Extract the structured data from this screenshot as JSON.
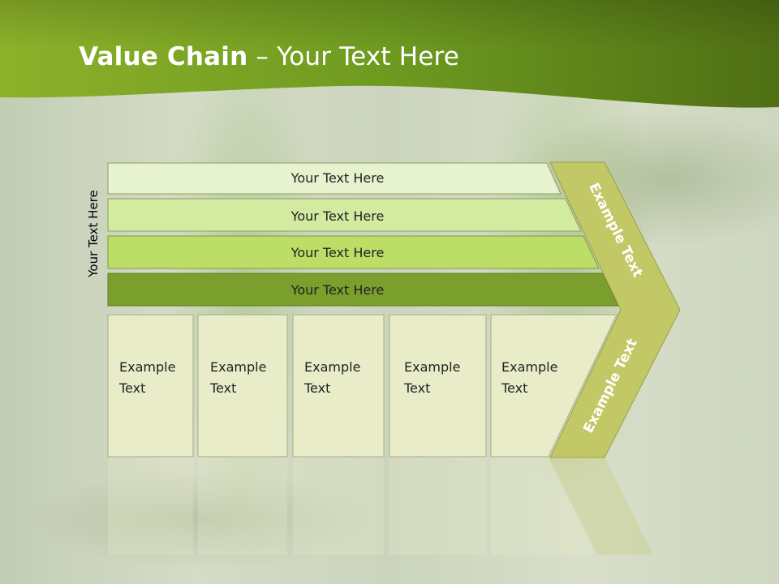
{
  "title": {
    "bold": "Value Chain",
    "rest": " – Your Text Here"
  },
  "side_label": "Your Text Here",
  "bars": [
    "Your Text Here",
    "Your Text Here",
    "Your Text Here",
    "Your Text Here"
  ],
  "columns": [
    [
      "Example",
      "Text"
    ],
    [
      "Example",
      "Text"
    ],
    [
      "Example",
      "Text"
    ],
    [
      "Example",
      "Text"
    ],
    [
      "Example",
      "Text"
    ]
  ],
  "arrow": {
    "top": "Example Text",
    "bottom": "Example Text"
  },
  "colors": {
    "header": "#6f9a1e",
    "bar1": "#e7f2cf",
    "bar2": "#d3eaa1",
    "bar3": "#bcdd66",
    "bar4": "#7a9f2c",
    "column": "#e9ecc8",
    "arrow": "#c3c866"
  }
}
